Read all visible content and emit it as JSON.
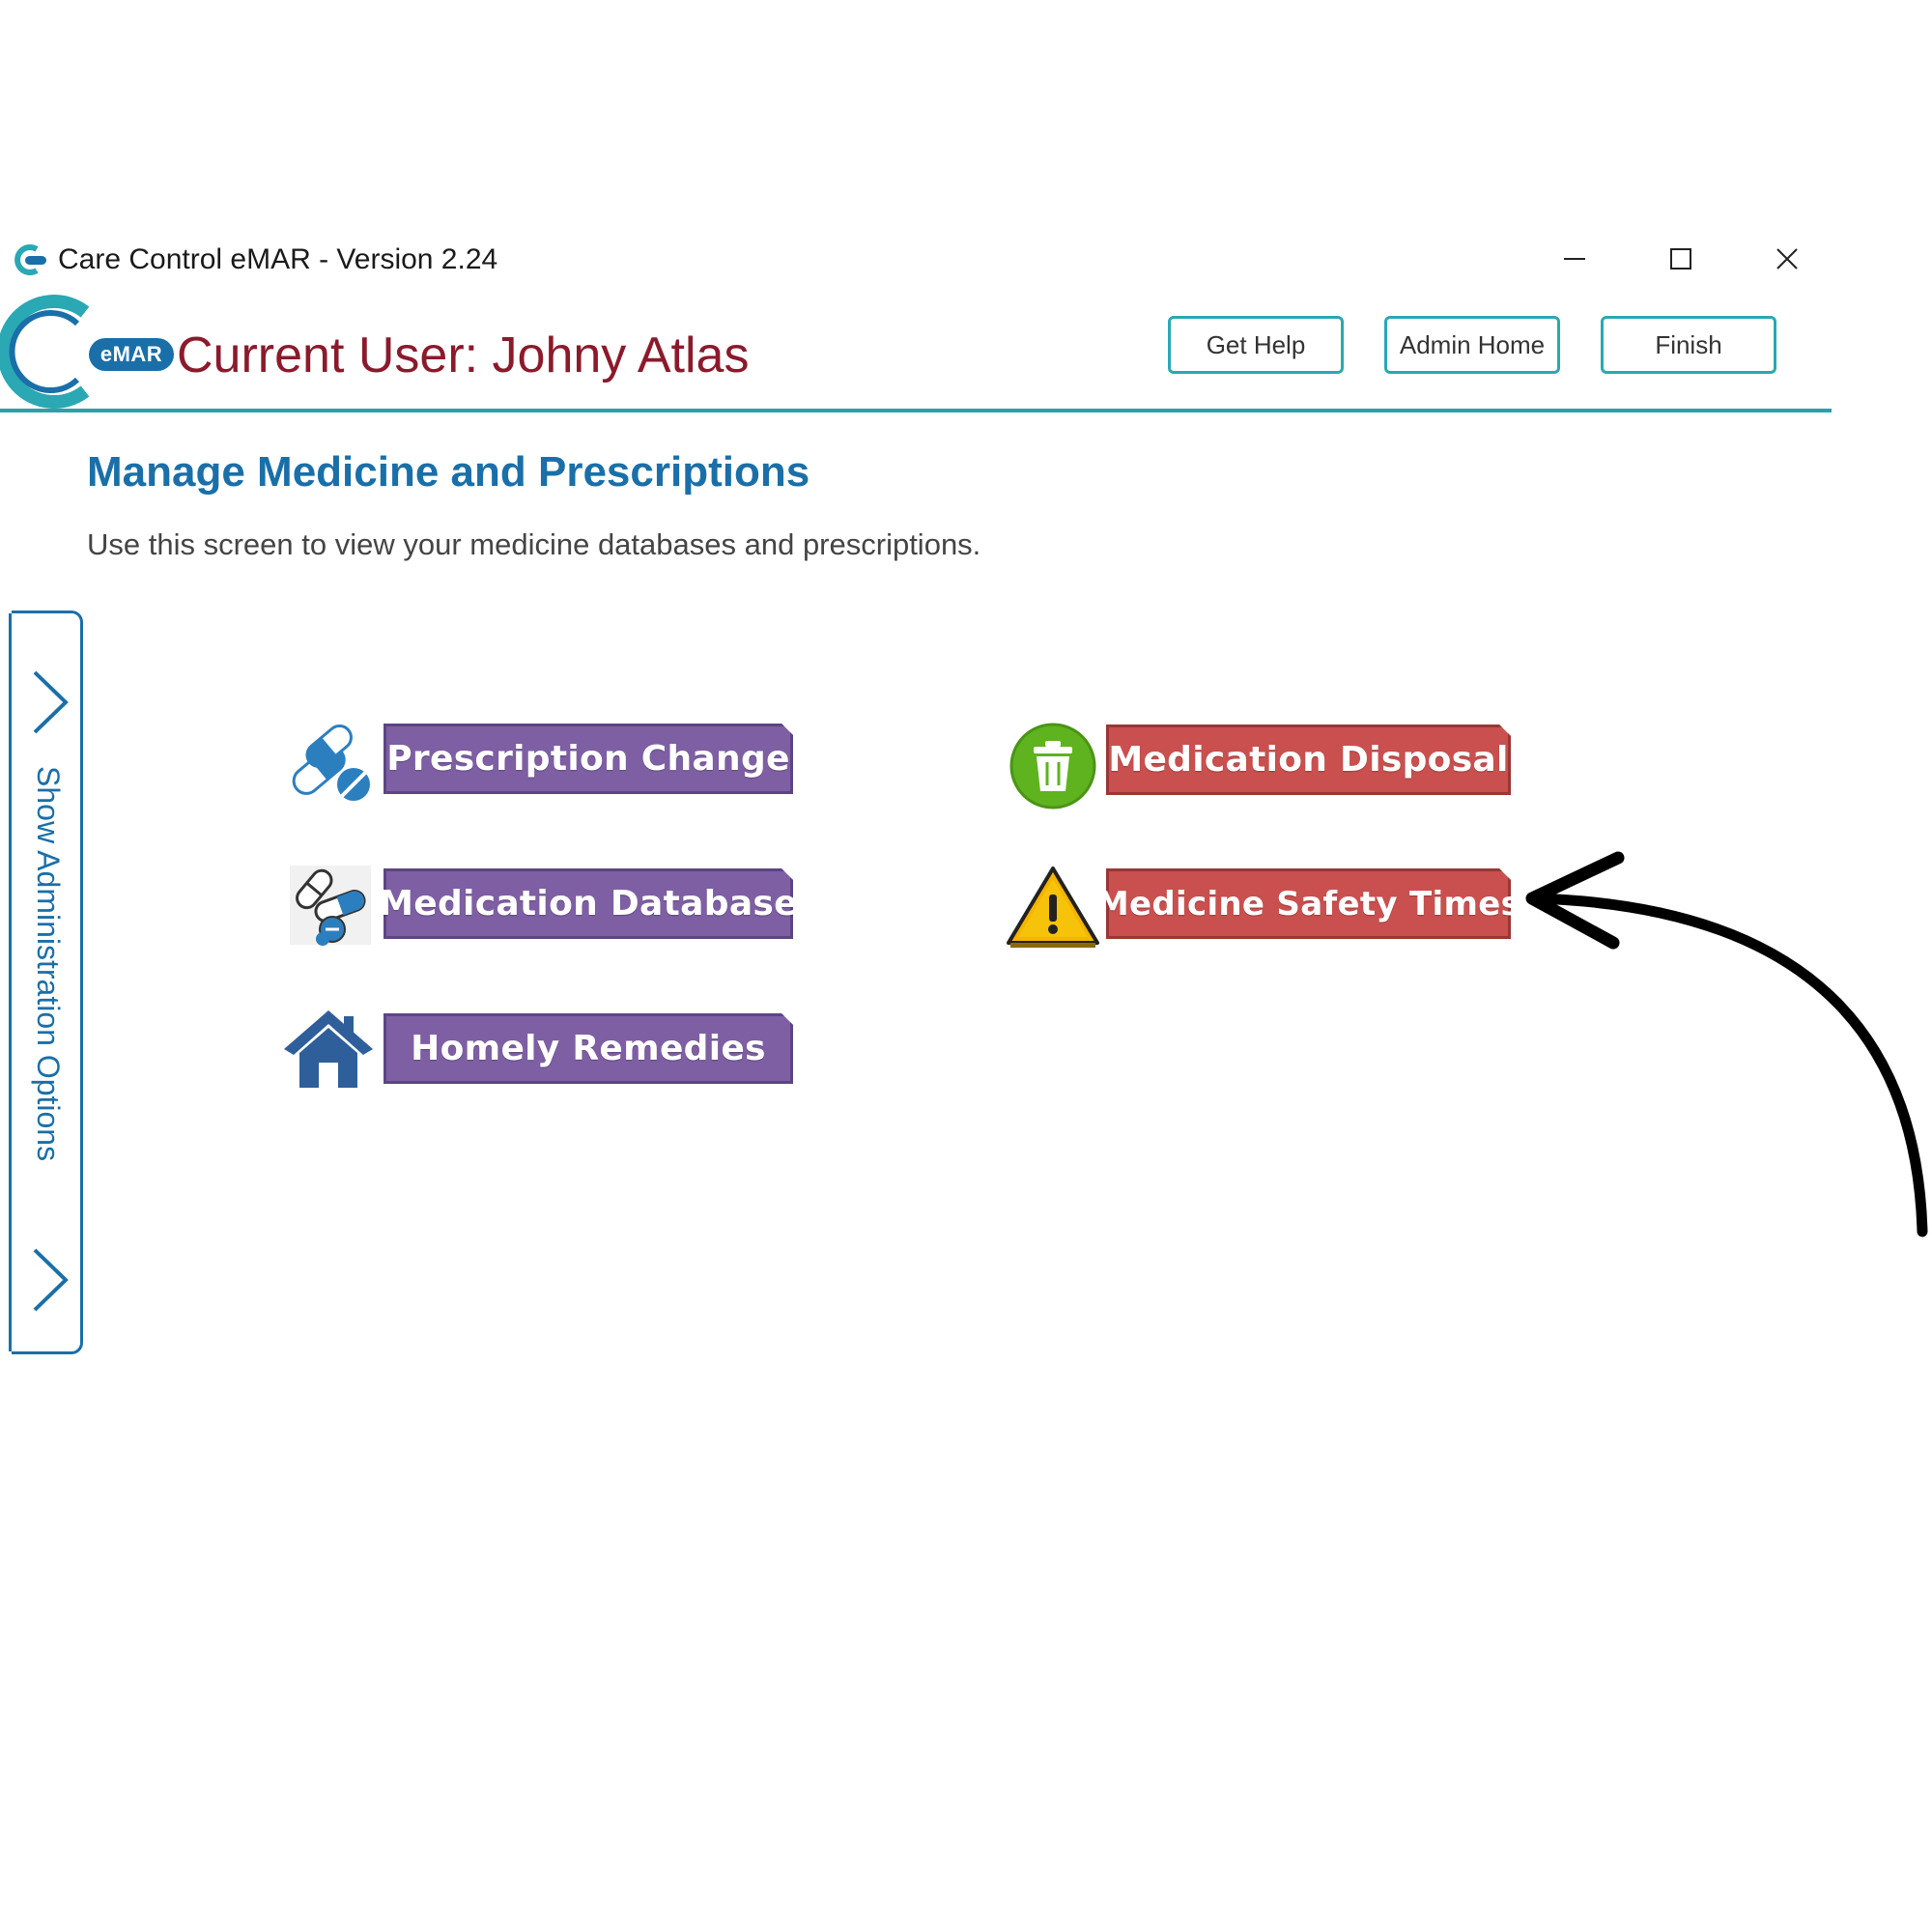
{
  "window": {
    "title": "Care Control eMAR - Version 2.24",
    "controls": {
      "minimize": "minimize-icon",
      "maximize": "maximize-icon",
      "close": "close-icon"
    }
  },
  "header": {
    "logo_badge": "eMAR",
    "current_user": "Current User: Johny Atlas",
    "buttons": {
      "get_help": "Get Help",
      "admin_home": "Admin Home",
      "finish": "Finish"
    }
  },
  "page": {
    "title": "Manage Medicine and Prescriptions",
    "subtitle": "Use this screen to view your medicine databases and prescriptions."
  },
  "side_panel": {
    "label": "Show Administration Options"
  },
  "actions": {
    "prescription_change": {
      "label": "Prescription Change",
      "icon": "pills-icon"
    },
    "medication_database": {
      "label": "Medication Database",
      "icon": "pill-database-icon"
    },
    "homely_remedies": {
      "label": "Homely Remedies",
      "icon": "home-icon"
    },
    "medication_disposal": {
      "label": "Medication Disposal",
      "icon": "trash-icon"
    },
    "medicine_safety_times": {
      "label": "Medicine Safety Times",
      "icon": "warning-icon"
    }
  },
  "colors": {
    "accent_teal": "#2aa8b3",
    "brand_blue": "#1a6fa8",
    "user_red": "#8b1a2b",
    "action_purple": "#7e5fa3",
    "action_red": "#c9504f"
  }
}
